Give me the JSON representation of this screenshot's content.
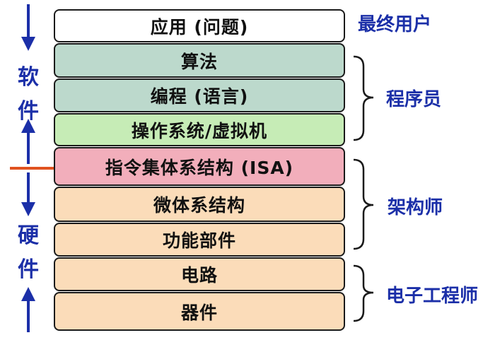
{
  "layers": [
    {
      "label": "应用 (问题)",
      "color": "#ffffff"
    },
    {
      "label": "算法",
      "color": "#bcd9cc"
    },
    {
      "label": "编程 (语言)",
      "color": "#bcd9cc"
    },
    {
      "label": "操作系统/虚拟机",
      "color": "#c6ecb6"
    },
    {
      "label": "指令集体系结构 (ISA)",
      "color": "#f2aebb"
    },
    {
      "label": "微体系结构",
      "color": "#fbdcb9"
    },
    {
      "label": "功能部件",
      "color": "#fbdcb9"
    },
    {
      "label": "电路",
      "color": "#fbdcb9"
    },
    {
      "label": "器件",
      "color": "#fbdcb9"
    }
  ],
  "roles": {
    "end_user": "最终用户",
    "programmer": "程序员",
    "architect": "架构师",
    "electronic_engineer": "电子工程师"
  },
  "left_labels": {
    "software": [
      "软",
      "件"
    ],
    "hardware": [
      "硬",
      "件"
    ]
  },
  "colors": {
    "text_accent": "#1b2fa8",
    "boundary_line": "#e0521f",
    "border": "#1a1a1a"
  }
}
